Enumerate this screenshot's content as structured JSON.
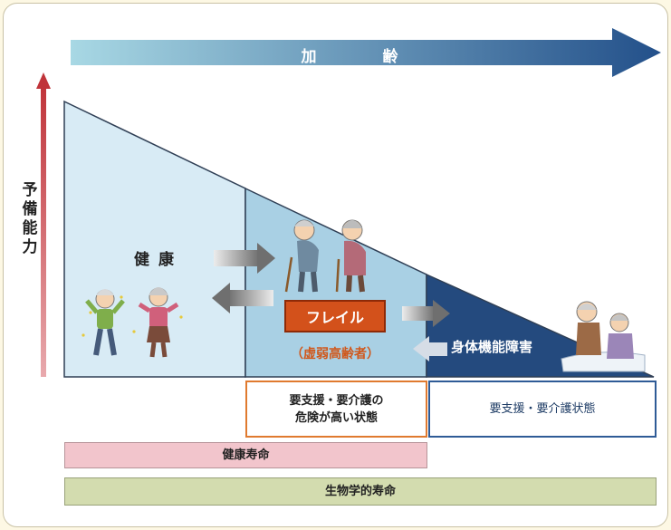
{
  "aging_label": "加　齢",
  "vertical_label": "予備能力",
  "stages": {
    "healthy": "健康",
    "frailty": "フレイル",
    "frailty_sub": "（虚弱高齢者）",
    "disability": "身体機能障害"
  },
  "care_boxes": {
    "risk": "要支援・要介護の\n危険が高い状態",
    "need": "要支援・要介護状態"
  },
  "bars": {
    "healthy_life": "健康寿命",
    "biological_life": "生物学的寿命"
  },
  "colors": {
    "healthy_zone": "#d8ebf5",
    "frailty_zone": "#a9d0e4",
    "disability_zone": "#244a7e",
    "frailty_box": "#d3511b",
    "vertical_arrow": "#c0343a",
    "aging_arrow_start": "#a8d8e4",
    "aging_arrow_end": "#23508a"
  },
  "icons": [
    "elderly-couple-happy-icon",
    "elderly-couple-canes-icon",
    "caregiver-bed-icon"
  ]
}
